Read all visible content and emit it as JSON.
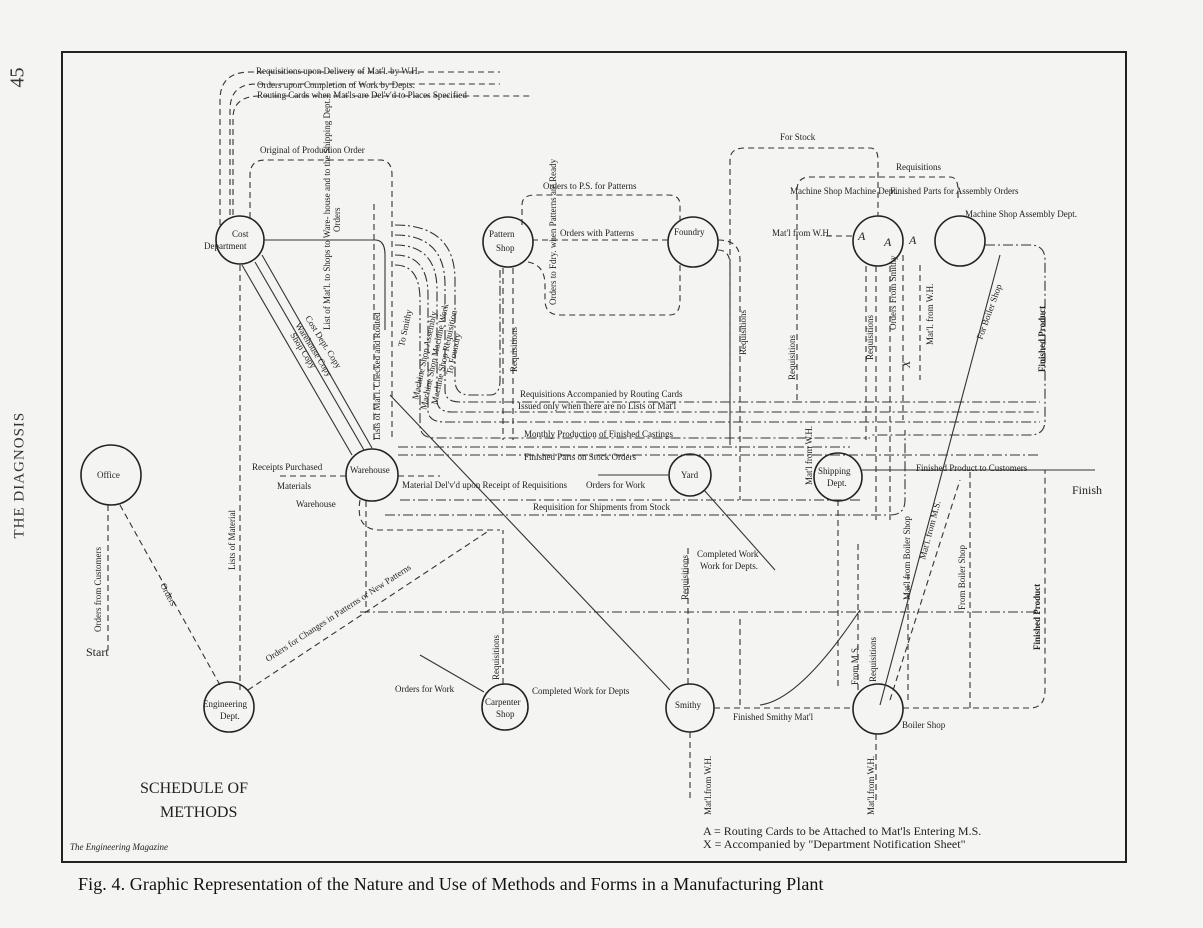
{
  "page": {
    "page_number": "45",
    "running_head": "THE DIAGNOSIS",
    "caption": "Fig. 4.   Graphic Representation of the Nature and Use of Methods and Forms in a Manufacturing Plant"
  },
  "diagram": {
    "title_line1": "SCHEDULE OF",
    "title_line2": "METHODS",
    "source": "The Engineering Magazine",
    "start_label": "Start",
    "finish_label": "Finish",
    "nodes": {
      "office": "Office",
      "cost_dept_1": "Cost",
      "cost_dept_2": "Department",
      "pattern_shop_1": "Pattern",
      "pattern_shop_2": "Shop",
      "foundry": "Foundry",
      "machine_dept": "Machine Shop Machine Dept.",
      "assembly_dept": "Machine Shop Assembly Dept.",
      "warehouse": "Warehouse",
      "yard": "Yard",
      "shipping_1": "Shipping",
      "shipping_2": "Dept.",
      "engineering_1": "Engineering",
      "engineering_2": "Dept.",
      "carpenter_1": "Carpenter",
      "carpenter_2": "Shop",
      "smithy": "Smithy",
      "boiler": "Boiler Shop"
    },
    "labels": {
      "top1": "Requisitions upon Delivery of Mat'l. by W.H.",
      "top2": "Orders upon Completion of Work  by Depts.",
      "top3": "Routing Cards when Mat'ls are Del'v'd to Places Specified",
      "original_order": "Original of Production Order",
      "orders_v": "Orders",
      "list_matl": "List of Mat'l. to Shops to Ware- house and to the Shipping Dept.",
      "lists_checked": "Lists of Mat'l. Checked and Routed",
      "cost_copy": "Cost Dept. Copy",
      "wh_copy": "Warehouse Copy",
      "shop_copy": "Shop Copy",
      "to_smithy": "To Smithy",
      "ms_assembly": "Machine Shop Assembly",
      "ms_work": "Machine Shop Machine Work",
      "ms_req": "Machine Shop Requisition",
      "to_foundry": "To Foundry",
      "orders_ps": "Orders to P.S. for Patterns",
      "orders_with_patterns": "Orders with Patterns",
      "orders_fdry": "Orders to Fdry. when Patterns are Ready",
      "requisitions": "Requisitions",
      "req_routing": "Requisitions Accompanied by Routing Cards",
      "issued_only": "Issued only when there are no Lists of Mat'l",
      "monthly": "Monthly Production of Finished Castings",
      "finished_parts_stock": "Finished Parts on Stock Orders",
      "for_stock": "For Stock",
      "finished_parts_assembly": "Finished Parts for Assembly Orders",
      "matl_from_wh": "Mat'l from W.H.",
      "a_mark": "A",
      "x_mark": "X",
      "orders_from_smithy": "Orders From Smithy",
      "matl_from_wh_v": "Mat'l. from W.H.",
      "for_boiler_shop": "For Boiler Shop",
      "finished_product": "Finished Product",
      "receipts_purchased": "Receipts Purchased",
      "materials": "Materials",
      "material_delivered": "Material Del'v'd upon Receipt of Requisitions",
      "orders_for_work": "Orders for Work",
      "req_shipments": "Requisition for Shipments from Stock",
      "finished_to_customers": "Finished Product to Customers",
      "completed_work": "Completed Work",
      "work_for_depts": "Work for Depts.",
      "orders_from_customers": "Orders from Customers",
      "orders_diag": "Orders",
      "lists_of_material": "Lists of Material",
      "orders_changes": "Orders for Changes in Patterns or New Patterns",
      "completed_work_depts": "Completed Work for Depts",
      "finished_smithy": "Finished Smithy Mat'l",
      "from_ms": "From M.S.",
      "matl_from_boiler": "Mat'l from Boiler Shop",
      "matl_from_ms": "Mat'l. from M.S.",
      "from_boiler_shop": "From Boiler Shop",
      "matl_from_wh_smithy": "Mat'l.from W.H.",
      "matl_from_wh_boiler": "Mat'l.from W.H."
    },
    "legend": {
      "a_def": "A = Routing Cards to be Attached to Mat'ls  Entering M.S.",
      "x_def": "X = Accompanied by \"Department Notification Sheet\""
    }
  }
}
